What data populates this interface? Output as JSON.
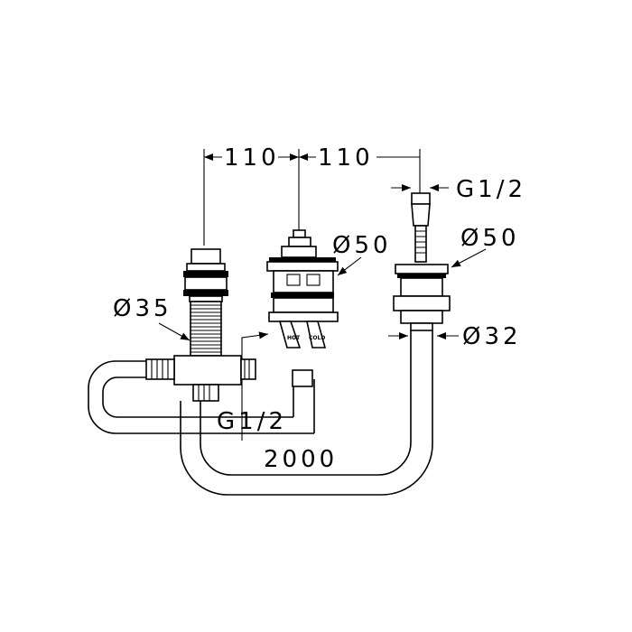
{
  "drawing": {
    "spacing_left": "110",
    "spacing_right": "110",
    "thread_top_right": "G1/2",
    "thread_left": "G1/2",
    "diameter_center": "Ø50",
    "diameter_right": "Ø50",
    "diameter_left": "Ø35",
    "diameter_hose": "Ø32",
    "hose_length": "2000",
    "label_hot": "HOT",
    "label_cold": "COLD"
  }
}
